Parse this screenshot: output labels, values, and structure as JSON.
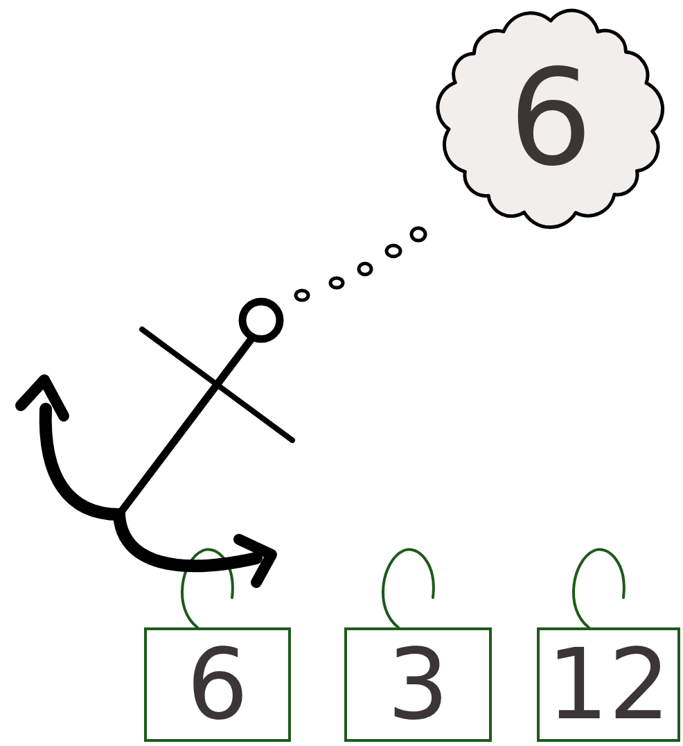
{
  "diagram": {
    "nodes": [
      {
        "text": [
          "6"
        ]
      },
      {
        "text": [
          "6"
        ]
      },
      {
        "text": [
          "3"
        ]
      },
      {
        "text": [
          "12"
        ]
      }
    ]
  }
}
